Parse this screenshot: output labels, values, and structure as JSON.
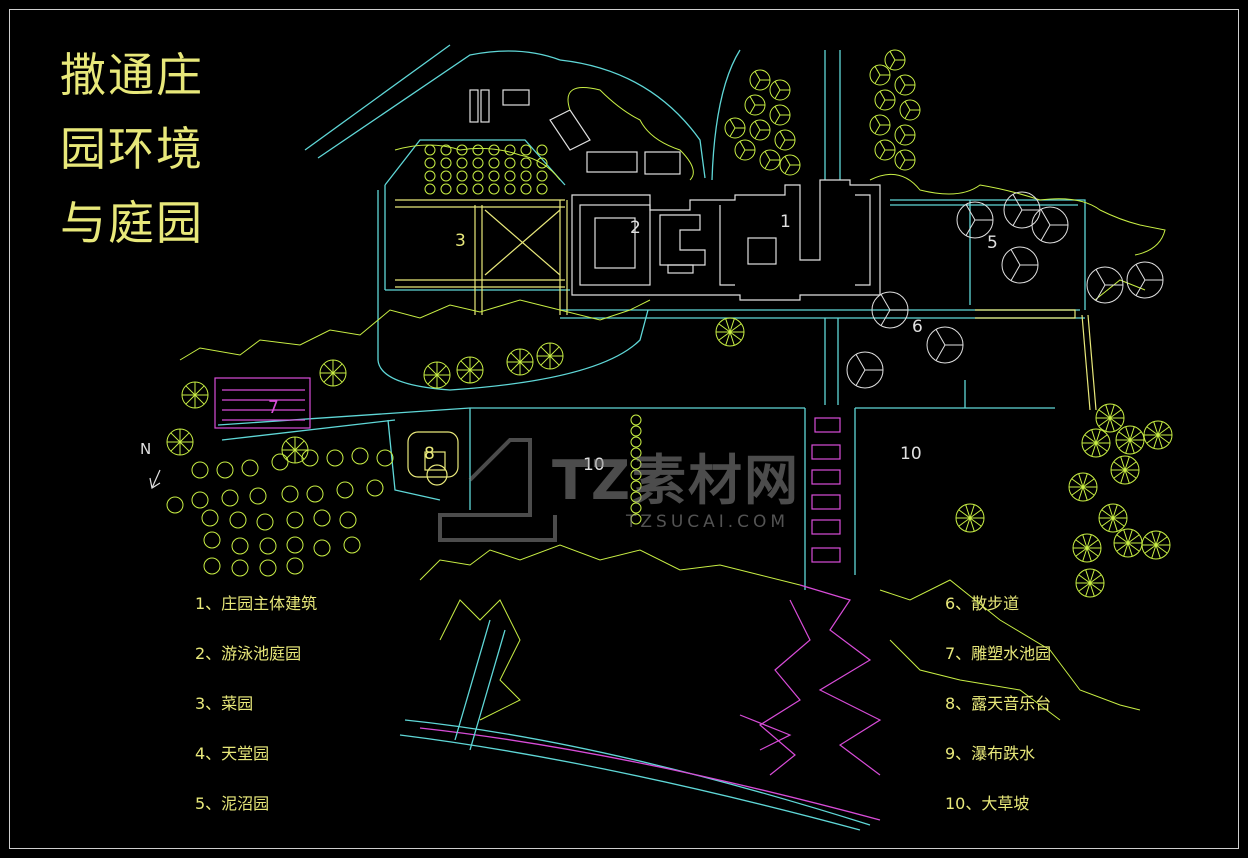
{
  "title_lines": [
    "撒通庄",
    "园环境",
    "与庭园"
  ],
  "north_label": "N",
  "legend_left": [
    "1、庄园主体建筑",
    "2、游泳池庭园",
    "3、菜园",
    "4、天堂园",
    "5、泥沼园"
  ],
  "legend_right": [
    "6、散步道",
    "7、雕塑水池园",
    "8、露天音乐台",
    "9、瀑布跌水",
    "10、大草坡"
  ],
  "map_labels": [
    "1",
    "2",
    "3",
    "5",
    "6",
    "7",
    "8",
    "10",
    "10"
  ],
  "watermark": {
    "main": "TZ素材网",
    "sub": "TZSUCAI.COM"
  },
  "colors": {
    "background": "#000000",
    "cyan_lines": "#5fd7d7",
    "yellow_lines": "#e8e87a",
    "white_lines": "#e0e0e0",
    "green_lines": "#c8ee44",
    "magenta_lines": "#d84cd8"
  }
}
